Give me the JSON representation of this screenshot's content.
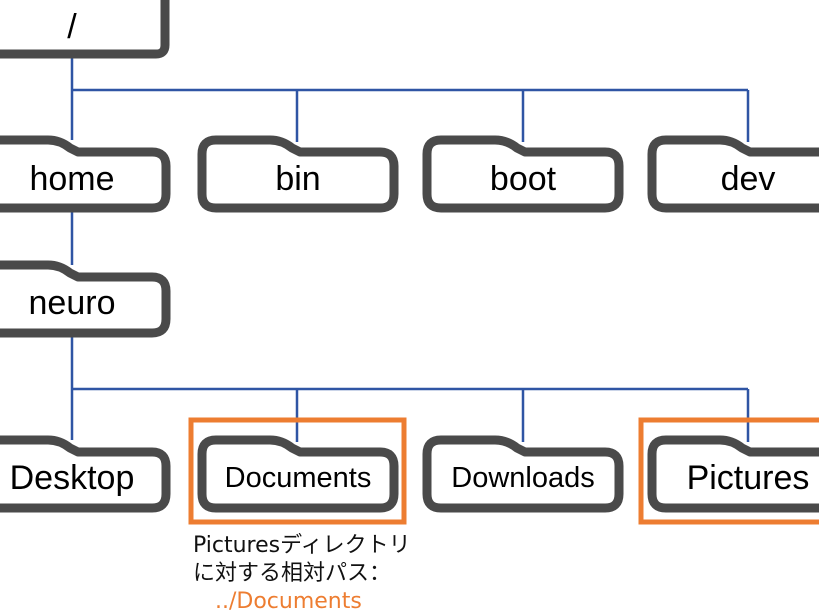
{
  "title": "Linux directory tree - relative path example",
  "colors": {
    "connector": "#2F55A4",
    "folder_outline": "#4A4A4A",
    "highlight": "#ED7D31"
  },
  "nodes": {
    "root": {
      "label": "/"
    },
    "home": {
      "label": "home"
    },
    "bin": {
      "label": "bin"
    },
    "boot": {
      "label": "boot"
    },
    "dev": {
      "label": "dev"
    },
    "neuro": {
      "label": "neuro"
    },
    "desktop": {
      "label": "Desktop"
    },
    "documents": {
      "label": "Documents",
      "highlighted": true
    },
    "downloads": {
      "label": "Downloads"
    },
    "pictures": {
      "label": "Pictures",
      "highlighted": true
    }
  },
  "edges": [
    [
      "root",
      "home"
    ],
    [
      "root",
      "bin"
    ],
    [
      "root",
      "boot"
    ],
    [
      "root",
      "dev"
    ],
    [
      "home",
      "neuro"
    ],
    [
      "neuro",
      "desktop"
    ],
    [
      "neuro",
      "documents"
    ],
    [
      "neuro",
      "downloads"
    ],
    [
      "neuro",
      "pictures"
    ]
  ],
  "annotation": {
    "line1": "Picturesディレクトリ",
    "line2": "に対する相対パス：",
    "path": "../Documents"
  }
}
